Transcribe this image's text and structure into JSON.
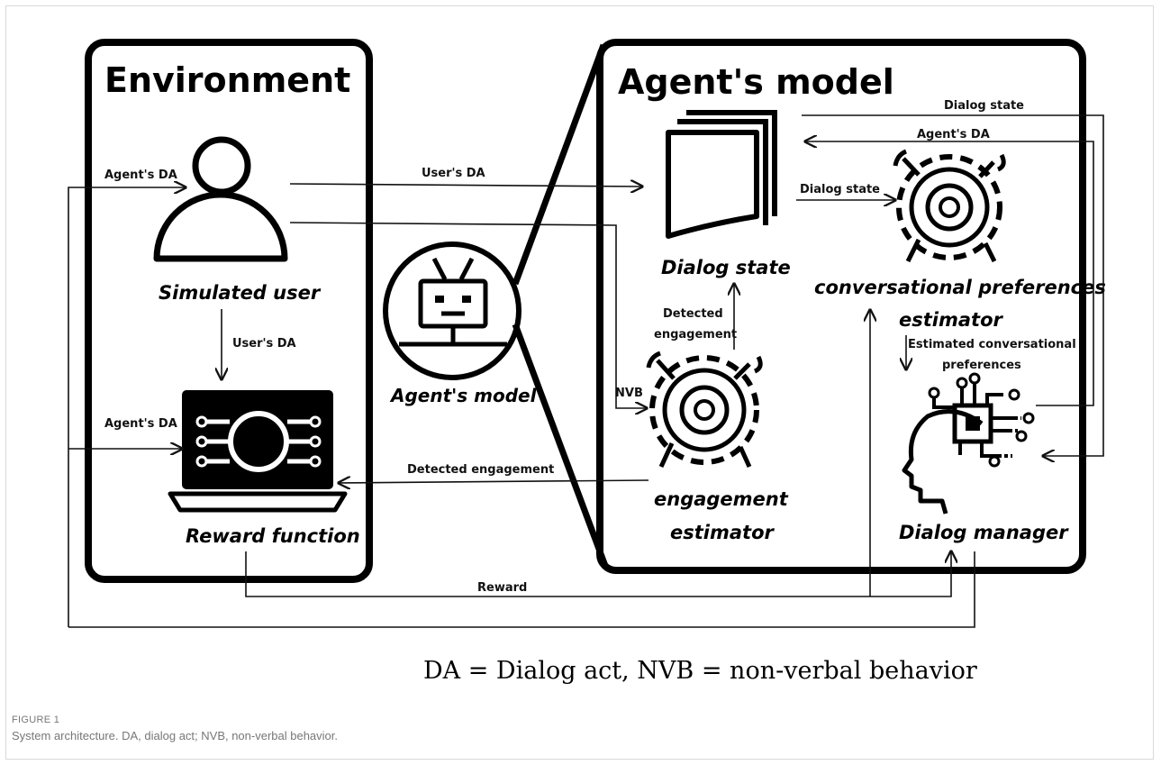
{
  "diagram": {
    "environment_title": "Environment :",
    "agent_model_title": "Agent's model",
    "nodes": {
      "simulated_user": "Simulated user",
      "reward_function": "Reward function",
      "agents_model": "Agent's model",
      "dialog_state": "Dialog state",
      "conv_pref_line1": "conversational  preferences",
      "conv_pref_line2": "estimator",
      "engagement_line1": "engagement",
      "engagement_line2": "estimator",
      "dialog_manager": "Dialog manager"
    },
    "edges": {
      "agents_da_to_user": "Agent's DA",
      "users_da_to_dialog_state": "User's DA",
      "users_da_to_reward": "User's DA",
      "agents_da_to_reward": "Agent's DA",
      "detected_engagement_to_reward": "Detected engagement",
      "reward": "Reward",
      "nvb": "NVB",
      "detected_engagement_line1": "Detected",
      "detected_engagement_line2": "engagement",
      "dialog_state_to_estimator": "Dialog state",
      "dialog_state_top": "Dialog state",
      "agents_da_top": "Agent's DA",
      "estimated_pref_line1": "Estimated conversational",
      "estimated_pref_line2": "preferences"
    },
    "legend": "DA = Dialog act, NVB = non-verbal behavior"
  },
  "figure": {
    "label": "FIGURE 1",
    "caption": "System architecture. DA, dialog act; NVB, non-verbal behavior."
  }
}
